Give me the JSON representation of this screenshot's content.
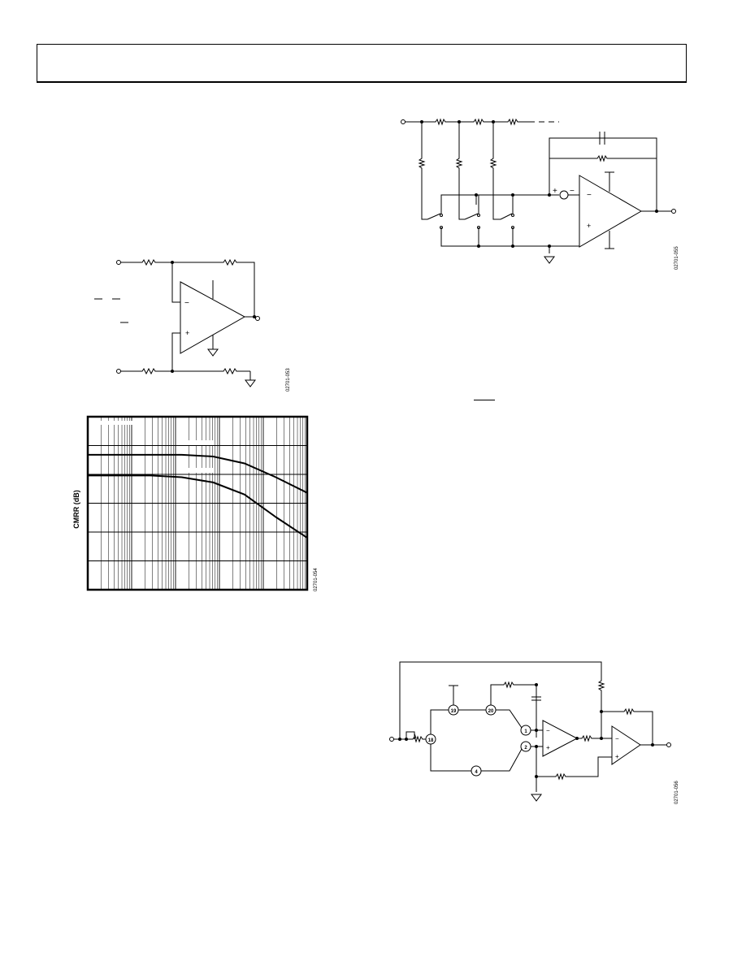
{
  "figures": {
    "diff_amp": {
      "id": "02701-053",
      "minus_sign": "−",
      "plus_sign": "+"
    },
    "cmrr_plot": {
      "id": "02701-054",
      "ylabel": "CMRR (dB)"
    },
    "switched_gain": {
      "id": "02701-055",
      "minus_sign": "−",
      "plus_sign": "+"
    },
    "buffer_circuit": {
      "id": "02701-056",
      "pins": [
        "19",
        "20",
        "1",
        "2",
        "18",
        "4"
      ],
      "minus_sign": "−",
      "plus_sign": "+"
    }
  },
  "chart_data": {
    "type": "line",
    "ylabel": "CMRR (dB)",
    "x_scale": "log",
    "grid": true,
    "series": [
      {
        "values": [
          0.78,
          0.78,
          0.78,
          0.78,
          0.77,
          0.73,
          0.65,
          0.56
        ]
      },
      {
        "values": [
          0.66,
          0.66,
          0.66,
          0.65,
          0.62,
          0.55,
          0.42,
          0.3
        ]
      }
    ]
  }
}
